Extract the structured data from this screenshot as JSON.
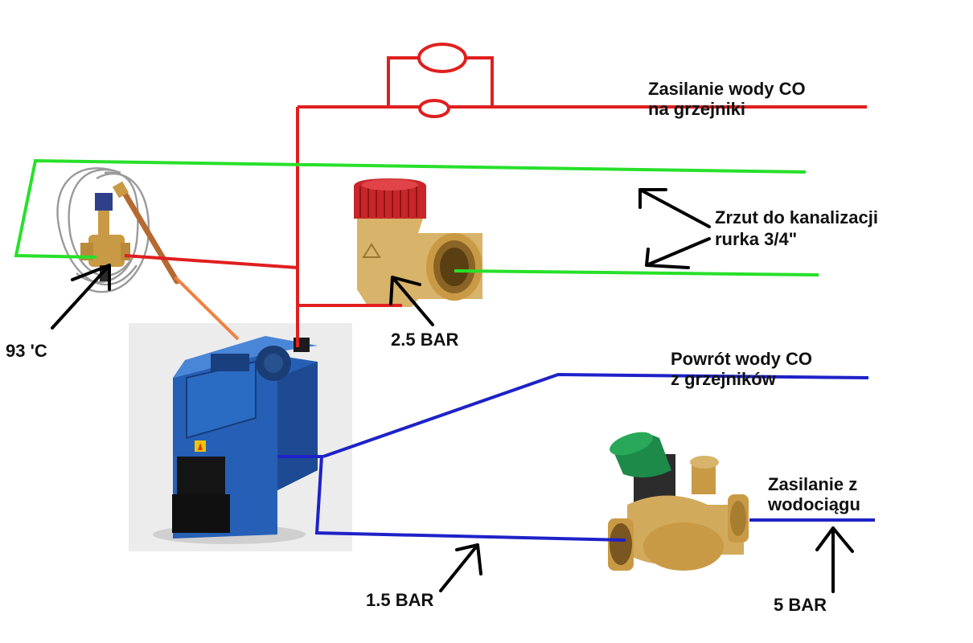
{
  "colors": {
    "supply": "#e01f1f",
    "return": "#1e22c8",
    "drain": "#27e02a",
    "capillary": "#f08040",
    "arrow": "#000000",
    "boiler_body": "#2860b8",
    "backdrop": "#ececec",
    "relief_cap": "#c8262a",
    "brass": "#c99a45",
    "reducer_cap": "#1d8a4a"
  },
  "labels": {
    "supply_line1": "Zasilanie wody CO",
    "supply_line2": "na grzejniki",
    "drain_line1": "Zrzut do kanalizacji",
    "drain_line2": "rurka 3/4\"",
    "return_line1": "Powrót wody CO",
    "return_line2": "z grzejników",
    "mains_line1": "Zasilanie z",
    "mains_line2": "wodociągu",
    "thermal_valve_temp": "93 'C",
    "relief_valve_pressure": "2.5 BAR",
    "system_pressure": "1.5 BAR",
    "mains_pressure": "5 BAR"
  },
  "icons": {
    "boiler": "boiler-icon",
    "thermal_valve": "thermal-relief-valve-icon",
    "safety_valve": "safety-relief-valve-icon",
    "reducer": "pressure-reducer-icon"
  }
}
